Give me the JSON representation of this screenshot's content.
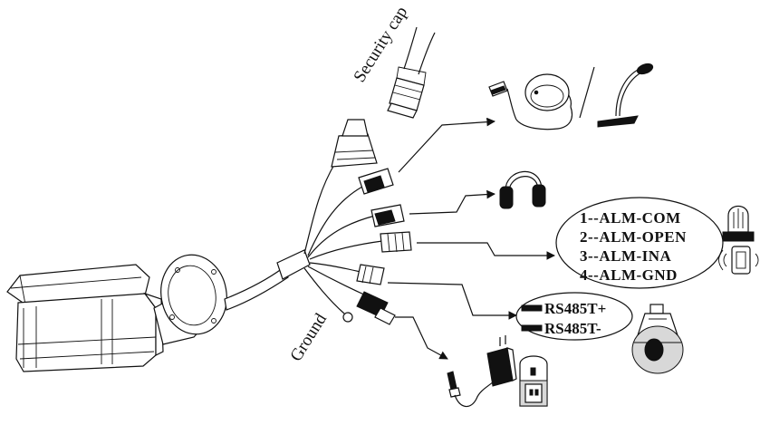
{
  "labels": {
    "security_cap": "Security cap",
    "ground": "Ground"
  },
  "alarm_box": {
    "lines": [
      "1--ALM-COM",
      "2--ALM-OPEN",
      "3--ALM-INA",
      "4--ALM-GND"
    ]
  },
  "rs485_box": {
    "lines": [
      "RS485T+",
      "RS485T-"
    ]
  }
}
